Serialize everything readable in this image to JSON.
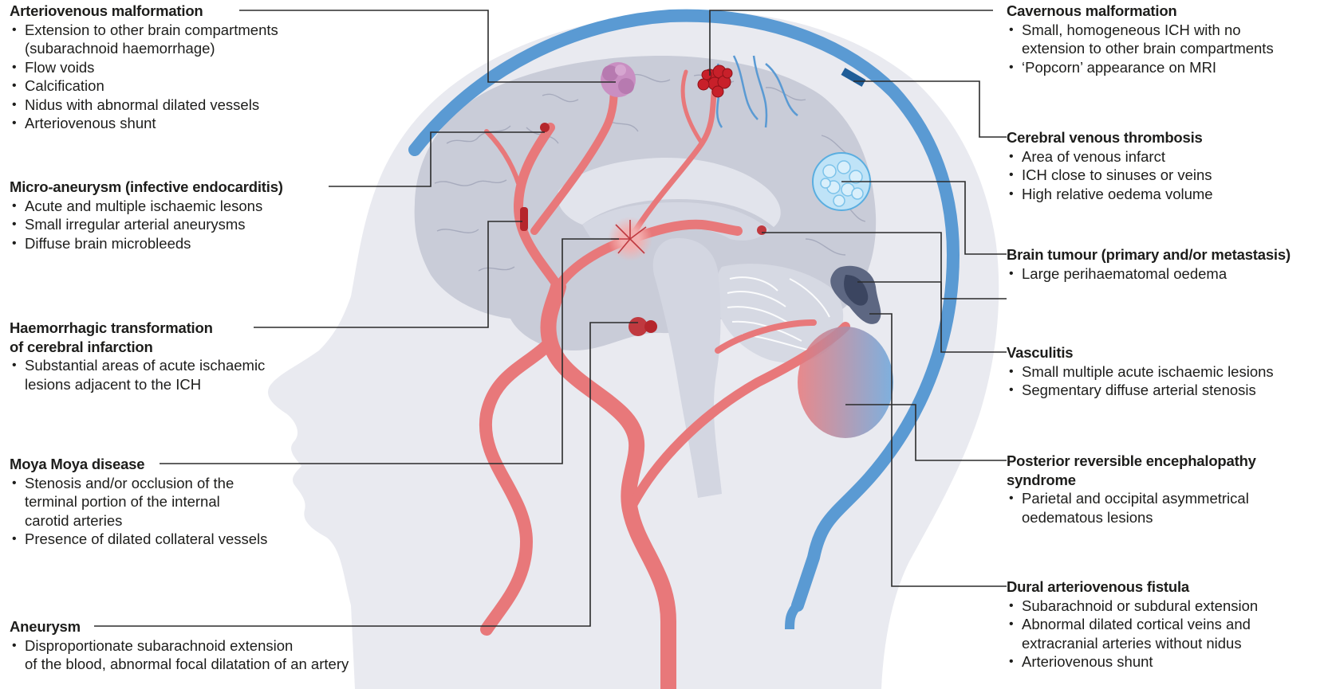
{
  "colors": {
    "artery": "#e8787a",
    "artery_dark": "#c0393f",
    "vein": "#5a9ad3",
    "brain": "#c9ccd8",
    "brain_light": "#dfe1ea",
    "head": "#e8e9ef",
    "leader": "#2b2b2b"
  },
  "left_annotations": [
    {
      "title": [
        "Arteriovenous malformation"
      ],
      "bullets": [
        [
          "Extension to other brain compartments",
          "(subarachnoid haemorrhage)"
        ],
        [
          "Flow voids"
        ],
        [
          "Calcification"
        ],
        [
          "Nidus with abnormal dilated vessels"
        ],
        [
          "Arteriovenous shunt"
        ]
      ]
    },
    {
      "title": [
        "Micro-aneurysm (infective endocarditis)"
      ],
      "bullets": [
        [
          "Acute and multiple ischaemic lesons"
        ],
        [
          "Small irregular arterial aneurysms"
        ],
        [
          "Diffuse brain microbleeds"
        ]
      ]
    },
    {
      "title": [
        "Haemorrhagic transformation",
        "of cerebral infarction"
      ],
      "bullets": [
        [
          "Substantial areas of acute ischaemic",
          "lesions adjacent to the ICH"
        ]
      ]
    },
    {
      "title": [
        "Moya Moya disease"
      ],
      "bullets": [
        [
          "Stenosis and/or occlusion of the",
          "terminal portion of the internal",
          "carotid arteries"
        ],
        [
          "Presence of dilated collateral vessels"
        ]
      ]
    },
    {
      "title": [
        "Aneurysm"
      ],
      "bullets": [
        [
          "Disproportionate subarachnoid extension",
          "of the blood, abnormal focal dilatation of an artery"
        ]
      ]
    }
  ],
  "right_annotations": [
    {
      "title": [
        "Cavernous malformation"
      ],
      "bullets": [
        [
          "Small, homogeneous ICH with no",
          "extension to other brain compartments"
        ],
        [
          "‘Popcorn’ appearance on MRI"
        ]
      ]
    },
    {
      "title": [
        "Cerebral venous thrombosis"
      ],
      "bullets": [
        [
          "Area of venous infarct"
        ],
        [
          "ICH close to sinuses or veins"
        ],
        [
          "High relative oedema volume"
        ]
      ]
    },
    {
      "title": [
        "Brain tumour (primary and/or metastasis)"
      ],
      "bullets": [
        [
          "Large perihaematomal oedema"
        ]
      ]
    },
    {
      "title": [
        "Vasculitis"
      ],
      "bullets": [
        [
          "Small multiple acute ischaemic lesions"
        ],
        [
          "Segmentary diffuse arterial stenosis"
        ]
      ]
    },
    {
      "title": [
        "Posterior reversible encephalopathy",
        "syndrome"
      ],
      "bullets": [
        [
          "Parietal and occipital asymmetrical",
          "oedematous lesions"
        ]
      ]
    },
    {
      "title": [
        "Dural arteriovenous fistula"
      ],
      "bullets": [
        [
          "Subarachnoid or subdural extension"
        ],
        [
          "Abnormal dilated cortical veins and",
          "extracranial arteries without nidus"
        ],
        [
          "Arteriovenous shunt"
        ]
      ]
    }
  ]
}
